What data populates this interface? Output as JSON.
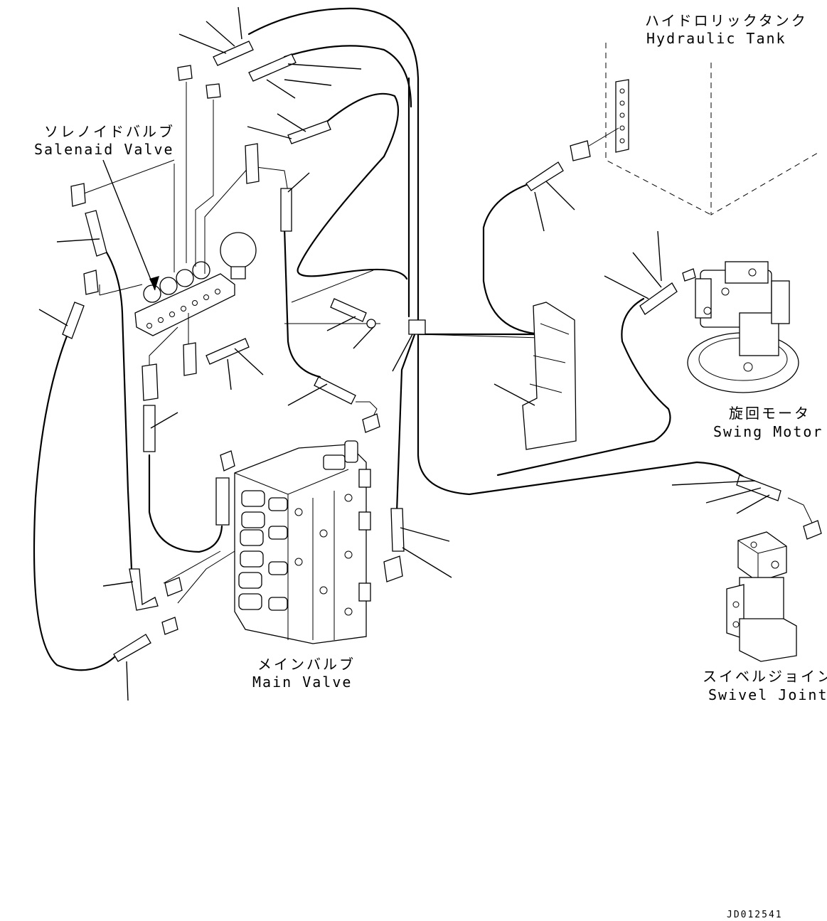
{
  "labels": {
    "hydraulic_tank": {
      "jp": "ハイドロリックタンク",
      "en": "Hydraulic Tank"
    },
    "solenoid_valve": {
      "jp": "ソレノイドバルブ",
      "en": "Salenaid Valve"
    },
    "swing_motor": {
      "jp": "旋回モータ",
      "en": "Swing Motor"
    },
    "swivel_joint": {
      "jp": "スイベルジョイント",
      "en": "Swivel Joint"
    },
    "main_valve": {
      "jp": "メインバルブ",
      "en": "Main Valve"
    }
  },
  "drawing_number": "JD012541"
}
